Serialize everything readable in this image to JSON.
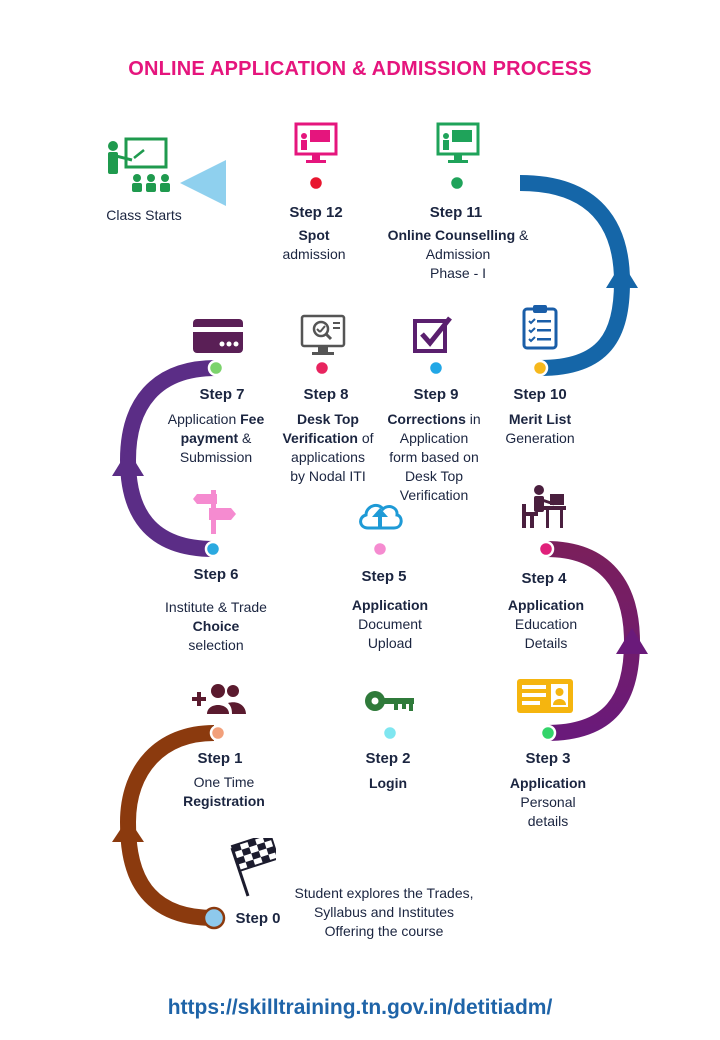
{
  "title": "ONLINE APPLICATION & ADMISSION PROCESS",
  "url": "https://skilltraining.tn.gov.in/detitiadm/",
  "class_starts": "Class Starts",
  "colors": {
    "title": "#e5157d",
    "url": "#1f64a8",
    "road_top": "#1a73c4",
    "road_upper": "#0e4d7a",
    "road_middle": "#7a2a8a",
    "road_lower": "#6a1540",
    "road_bottom": "#8b3a0e"
  },
  "steps": [
    {
      "id": "step0",
      "label": "Step 0",
      "icon": "checkered-flag-icon",
      "dot": "#8ec9ec",
      "desc": [
        {
          "t": "Student explores the Trades,"
        },
        {
          "t": "Syllabus and Institutes"
        },
        {
          "t": "Offering the course"
        }
      ]
    },
    {
      "id": "step1",
      "label": "Step 1",
      "icon": "add-user-icon",
      "dot": "#f2a07b",
      "desc": [
        {
          "t": "One Time"
        },
        {
          "t": "Registration",
          "b": true
        }
      ]
    },
    {
      "id": "step2",
      "label": "Step 2",
      "icon": "key-icon",
      "dot": "#7fe6f0",
      "desc": [
        {
          "t": "Login",
          "b": true
        }
      ]
    },
    {
      "id": "step3",
      "label": "Step 3",
      "icon": "id-card-icon",
      "dot": "#33d46a",
      "desc": [
        {
          "t": "Application",
          "b": true
        },
        {
          "t": "Personal"
        },
        {
          "t": "details"
        }
      ]
    },
    {
      "id": "step4",
      "label": "Step 4",
      "icon": "student-desk-icon",
      "dot": "#e0207a",
      "desc": [
        {
          "t": "Application",
          "b": true
        },
        {
          "t": "Education"
        },
        {
          "t": "Details"
        }
      ]
    },
    {
      "id": "step5",
      "label": "Step 5",
      "icon": "cloud-upload-icon",
      "dot": "#f58bd0",
      "desc": [
        {
          "t": "Application",
          "b": true
        },
        {
          "t": "Document"
        },
        {
          "t": "Upload"
        }
      ]
    },
    {
      "id": "step6",
      "label": "Step 6",
      "icon": "signpost-icon",
      "dot": "#2aa9e0",
      "desc": [
        {
          "t": "Institute & Trade"
        },
        {
          "t": "Choice",
          "b": true
        },
        {
          "t": "selection"
        }
      ]
    },
    {
      "id": "step7",
      "label": "Step 7",
      "icon": "credit-card-icon",
      "dot": "#7cd36c",
      "desc": [
        {
          "t": "Application ",
          "r": [
            {
              "t": "Fee",
              "b": true
            }
          ]
        },
        {
          "t": "payment",
          "b": true,
          "r": [
            {
              "t": " &"
            }
          ]
        },
        {
          "t": "Submission"
        }
      ]
    },
    {
      "id": "step8",
      "label": "Step 8",
      "icon": "desktop-verify-icon",
      "dot": "#e8245f",
      "desc": [
        {
          "t": "Desk Top",
          "b": true
        },
        {
          "t": "Verification",
          "b": true,
          "r": [
            {
              "t": " of"
            }
          ]
        },
        {
          "t": "applications"
        },
        {
          "t": "by Nodal ITI"
        }
      ]
    },
    {
      "id": "step9",
      "label": "Step 9",
      "icon": "checkbox-icon",
      "dot": "#22a7e6",
      "desc": [
        {
          "t": "Corrections",
          "b": true,
          "r": [
            {
              "t": " in"
            }
          ]
        },
        {
          "t": "Application"
        },
        {
          "t": "form based on"
        },
        {
          "t": "Desk Top"
        },
        {
          "t": "Verification"
        }
      ]
    },
    {
      "id": "step10",
      "label": "Step 10",
      "icon": "clipboard-list-icon",
      "dot": "#f6b81c",
      "desc": [
        {
          "t": "Merit List",
          "b": true
        },
        {
          "t": "Generation"
        }
      ]
    },
    {
      "id": "step11",
      "label": "Step 11",
      "icon": "teacher-board-icon",
      "dot": "#1fa35a",
      "desc": [
        {
          "t": "Online Counselling",
          "b": true,
          "r": [
            {
              "t": " &"
            }
          ]
        },
        {
          "t": "Admission"
        },
        {
          "t": "Phase - I"
        }
      ]
    },
    {
      "id": "step12",
      "label": "Step 12",
      "icon": "teacher-board-icon",
      "dot": "#e8162f",
      "desc": [
        {
          "t": "Spot",
          "b": true
        },
        {
          "t": "admission"
        }
      ]
    }
  ]
}
